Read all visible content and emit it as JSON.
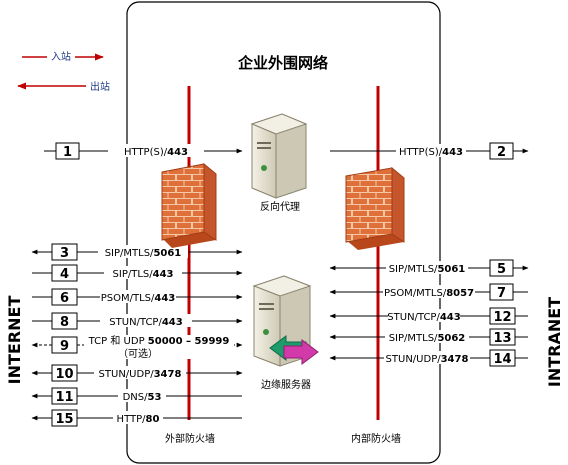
{
  "title": "企业外围网络",
  "side_left": "INTERNET",
  "side_right": "INTRANET",
  "legend": {
    "inbound": "入站",
    "outbound": "出站",
    "inbound_color": "#c00000",
    "outbound_color": "#c00000",
    "inbound_text_color": "#1f3c88",
    "outbound_text_color": "#1f3c88"
  },
  "colors": {
    "firewall_line": "#c00000",
    "brick": "#d9622b",
    "server": "#e6e2d2"
  },
  "devices": {
    "reverse_proxy": "反向代理",
    "edge_server": "边缘服务器",
    "external_firewall": "外部防火墙",
    "internal_firewall": "内部防火墙"
  },
  "connections": [
    {
      "n": "1",
      "pre": "HTTP(S)/",
      "port": "443",
      "side": "left"
    },
    {
      "n": "2",
      "pre": "HTTP(S)/",
      "port": "443",
      "side": "right"
    },
    {
      "n": "3",
      "pre": "SIP/MTLS/",
      "port": "5061",
      "side": "left"
    },
    {
      "n": "4",
      "pre": "SIP/TLS/",
      "port": "443",
      "side": "left"
    },
    {
      "n": "5",
      "pre": "SIP/MTLS/",
      "port": "5061",
      "side": "right"
    },
    {
      "n": "6",
      "pre": "PSOM/TLS/",
      "port": "443",
      "side": "left"
    },
    {
      "n": "7",
      "pre": "PSOM/MTLS/",
      "port": "8057",
      "side": "right"
    },
    {
      "n": "8",
      "pre": "STUN/TCP/",
      "port": "443",
      "side": "left"
    },
    {
      "n": "9",
      "pre": "TCP 和 UDP ",
      "port": "50000 – 59999",
      "note": "（可选）",
      "side": "left"
    },
    {
      "n": "10",
      "pre": "STUN/UDP/",
      "port": "3478",
      "side": "left"
    },
    {
      "n": "11",
      "pre": "DNS/",
      "port": "53",
      "side": "left"
    },
    {
      "n": "12",
      "pre": "STUN/TCP/",
      "port": "443",
      "side": "right"
    },
    {
      "n": "13",
      "pre": "SIP/MTLS/",
      "port": "5062",
      "side": "right"
    },
    {
      "n": "14",
      "pre": "STUN/UDP/",
      "port": "3478",
      "side": "right"
    },
    {
      "n": "15",
      "pre": "HTTP/",
      "port": "80",
      "side": "left"
    }
  ]
}
